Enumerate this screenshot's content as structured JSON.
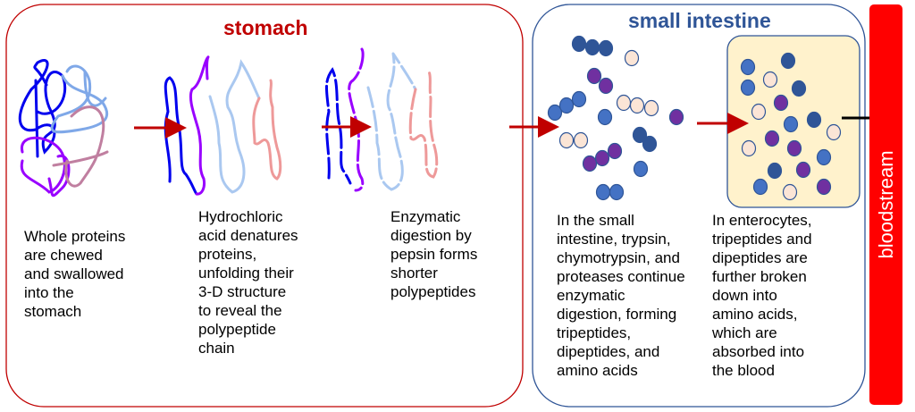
{
  "colors": {
    "stomach": "#c00000",
    "intestine": "#2f5597",
    "bloodstream": "#ff0000",
    "enterocyte_fill": "#fff2cc",
    "dark_blue": "#2f5597",
    "blue": "#4472c4",
    "purple": "#7030a0",
    "peach": "#fbe5d6"
  },
  "stomach": {
    "title": "stomach",
    "steps": [
      {
        "text": "Whole proteins\nare chewed\nand swallowed\ninto the\nstomach"
      },
      {
        "text": "Hydrochloric\nacid denatures\nproteins,\nunfolding their\n3-D structure\nto reveal the\npolypeptide\nchain"
      },
      {
        "text": "Enzymatic\ndigestion by\npepsin forms\nshorter\npolypeptides"
      }
    ]
  },
  "small_intestine": {
    "title": "small intestine",
    "steps": [
      {
        "text": "In the small\nintestine, trypsin,\nchymotrypsin, and\nproteases continue\nenzymatic\ndigestion, forming\ntripeptides,\ndipeptides, and\namino acids"
      },
      {
        "text": "In enterocytes,\ntripeptides and\ndipeptides are\nfurther broken\ndown into\namino acids,\nwhich are\nabsorbed into\nthe blood"
      }
    ]
  },
  "bloodstream": {
    "label": "bloodstream"
  }
}
